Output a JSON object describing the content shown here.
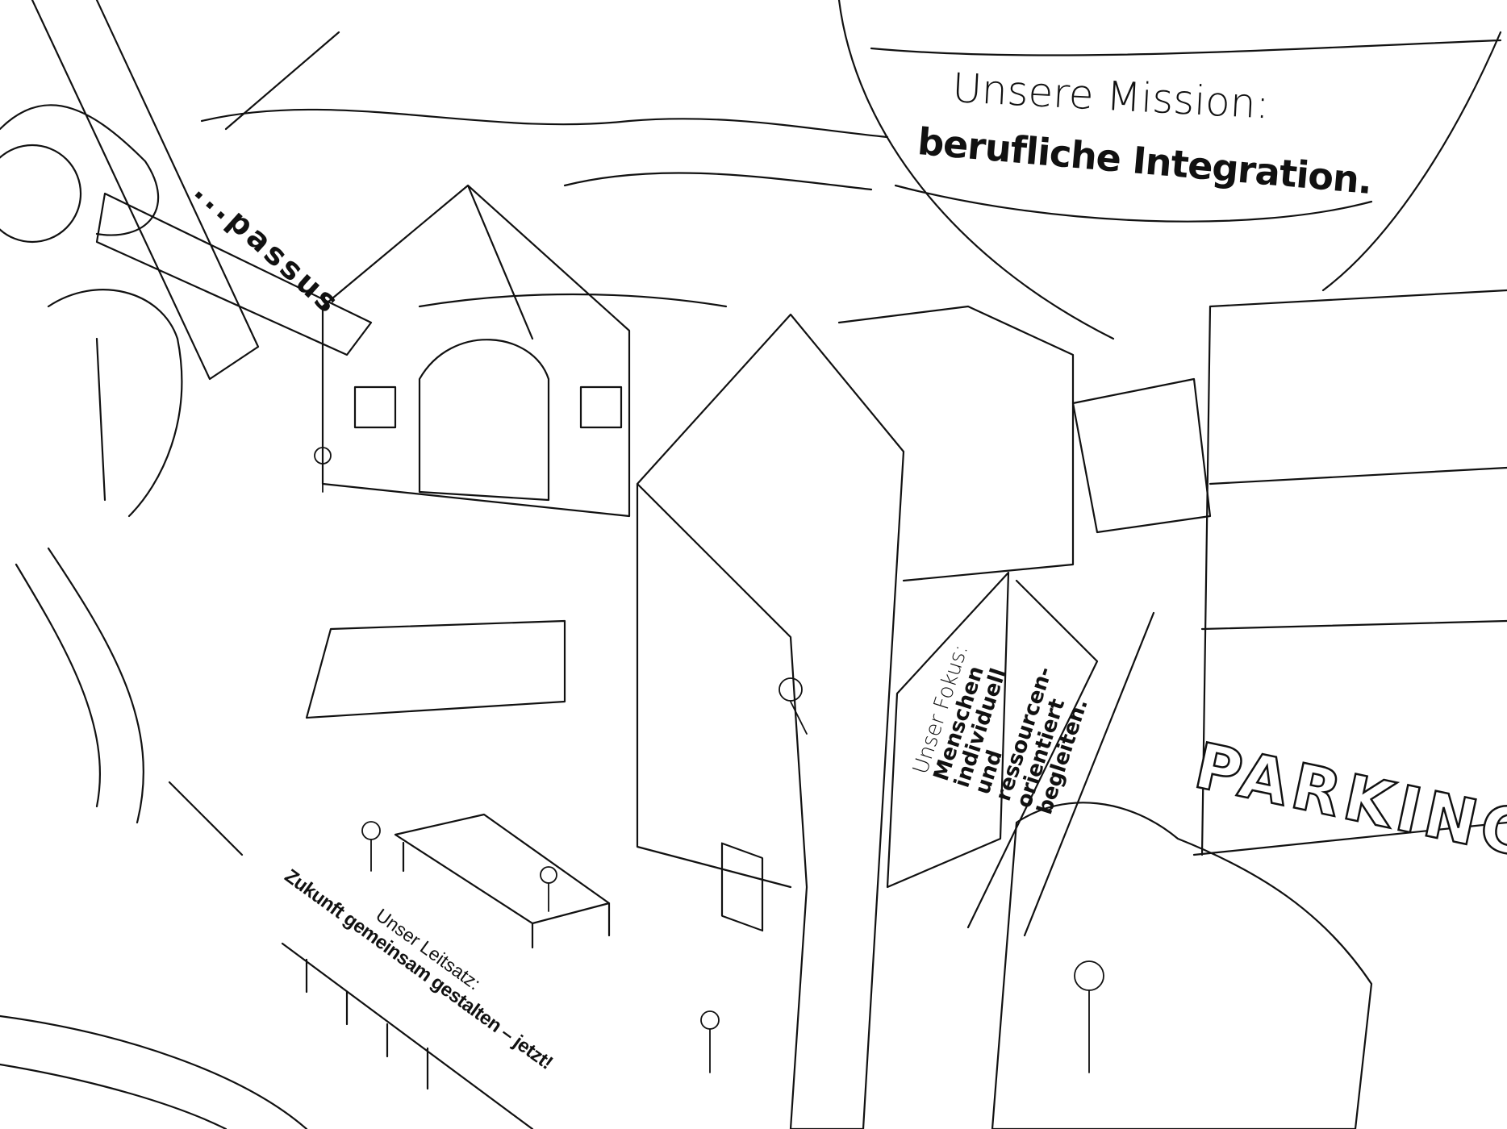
{
  "mission": {
    "title": "Unsere Mission:",
    "subtitle": "berufliche Integration."
  },
  "plane": {
    "banner": "...passus"
  },
  "focus": {
    "heading": "Unser Fokus:",
    "lines": [
      "Menschen",
      "individuell",
      "und",
      "ressourcen-",
      "orientiert",
      "begleiten."
    ]
  },
  "leitsatz": {
    "heading": "Unser Leitsatz:",
    "text": "Zukunft gemeinsam gestalten – jetzt!"
  },
  "parking": {
    "sign": "PARKING"
  }
}
